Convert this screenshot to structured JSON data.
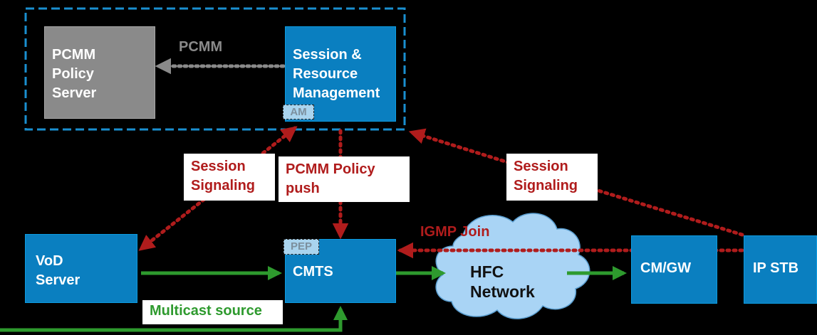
{
  "boxes": {
    "pcmm_policy_server": [
      "PCMM",
      "Policy",
      "Server"
    ],
    "session_resource_mgmt": [
      "Session &",
      "Resource",
      "Management"
    ],
    "vod_server": [
      "VoD",
      "Server"
    ],
    "cmts": "CMTS",
    "cm_gw": "CM/GW",
    "ip_stb": "IP STB",
    "hfc_network": [
      "HFC",
      "Network"
    ]
  },
  "tags": {
    "am": "AM",
    "pep": "PEP"
  },
  "labels": {
    "pcmm": "PCMM",
    "session_signaling_left": [
      "Session",
      "Signaling"
    ],
    "pcmm_policy_push": [
      "PCMM Policy",
      "push"
    ],
    "session_signaling_right": [
      "Session",
      "Signaling"
    ],
    "igmp_join": "IGMP Join",
    "multicast_source": "Multicast source"
  },
  "colors": {
    "background": "#000000",
    "box_blue": "#0a7fc0",
    "box_gray": "#8a8a8a",
    "dashed_border": "#1a8fd0",
    "signal_red": "#b01c1c",
    "flow_green": "#2e9a2e",
    "cloud": "#a9d4f5"
  }
}
